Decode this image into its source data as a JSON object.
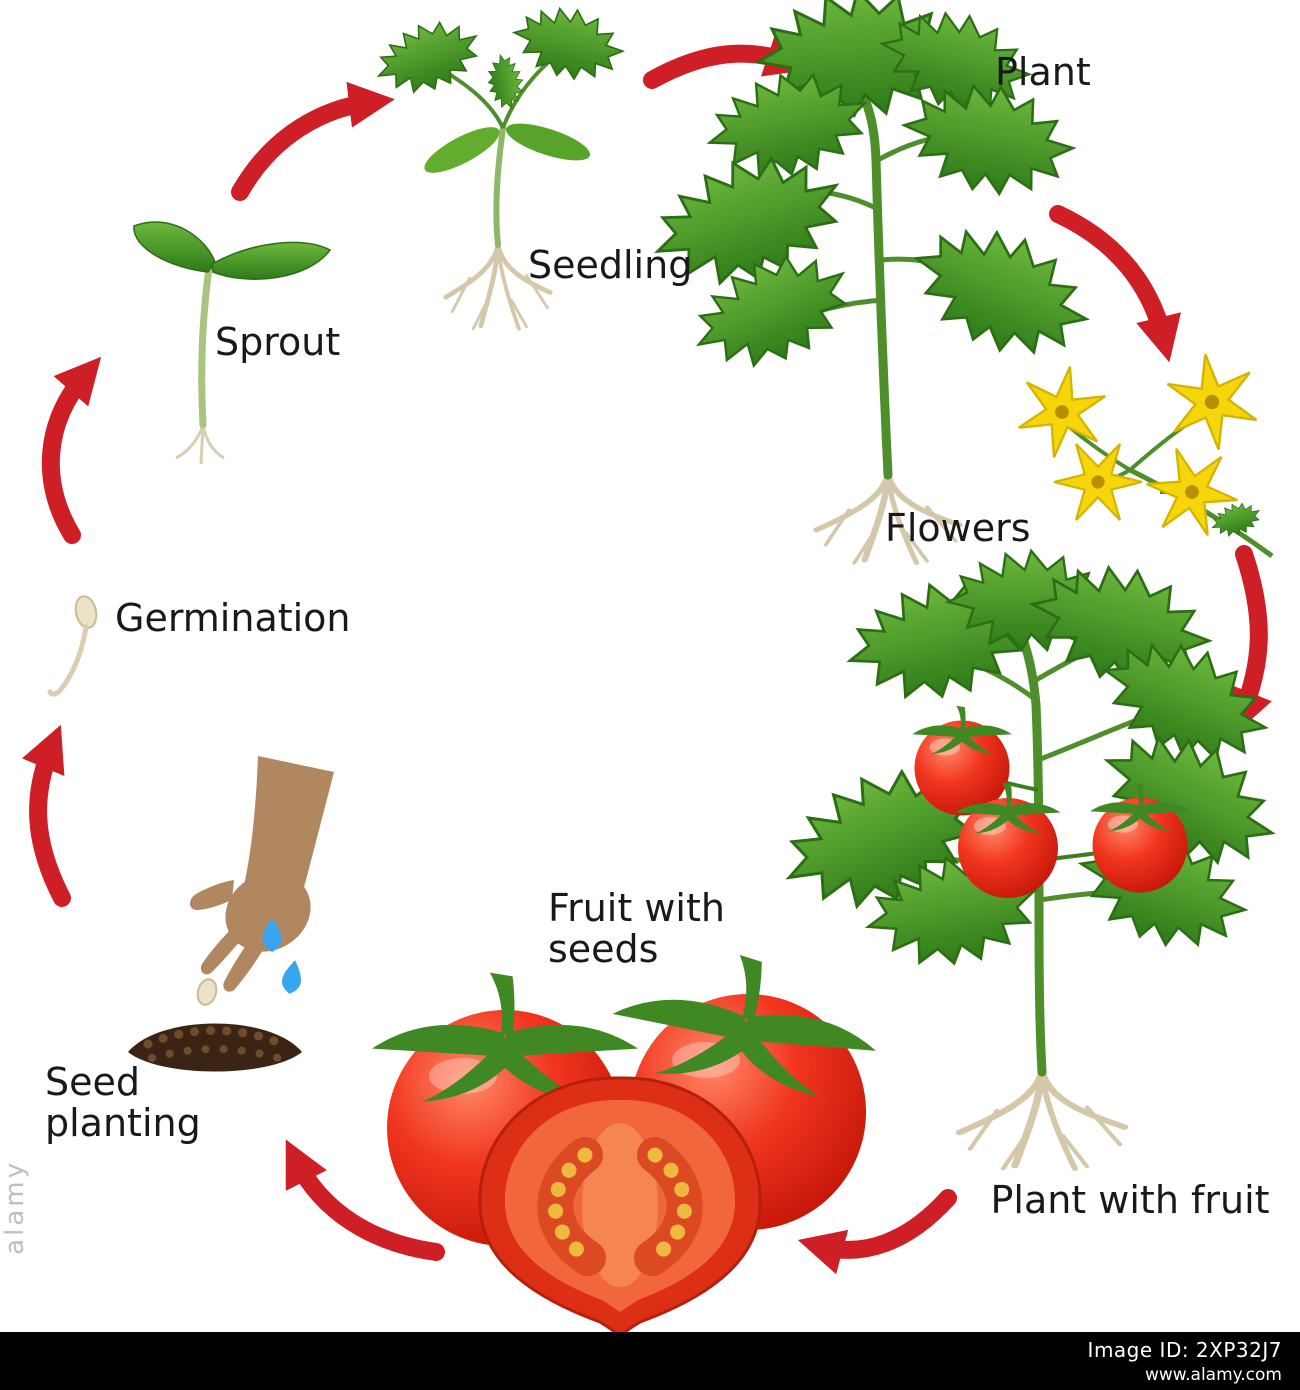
{
  "diagram": {
    "stages": [
      {
        "id": "sprout",
        "label": "Sprout"
      },
      {
        "id": "seedling",
        "label": "Seedling"
      },
      {
        "id": "plant",
        "label": "Plant"
      },
      {
        "id": "flowers",
        "label": "Flowers"
      },
      {
        "id": "plant_with_fruit",
        "label": "Plant with fruit"
      },
      {
        "id": "fruit_with_seeds",
        "label": "Fruit with seeds"
      },
      {
        "id": "seed_planting",
        "label": "Seed planting"
      },
      {
        "id": "germination",
        "label": "Germination"
      }
    ],
    "connections": [
      {
        "from": "seed_planting",
        "to": "germination"
      },
      {
        "from": "germination",
        "to": "sprout"
      },
      {
        "from": "sprout",
        "to": "seedling"
      },
      {
        "from": "seedling",
        "to": "plant"
      },
      {
        "from": "plant",
        "to": "flowers"
      },
      {
        "from": "flowers",
        "to": "plant_with_fruit"
      },
      {
        "from": "plant_with_fruit",
        "to": "fruit_with_seeds"
      },
      {
        "from": "fruit_with_seeds",
        "to": "seed_planting"
      }
    ]
  },
  "footer": {
    "image_id": "Image ID: 2XP32J7",
    "website": "www.alamy.com"
  },
  "watermark": "alamy",
  "colors": {
    "arrow": "#cf1f26",
    "leaf_dark": "#2e7a18",
    "leaf_light": "#6cb83d",
    "stem": "#4e8f2b",
    "root": "#d5c7a9",
    "tomato": "#e8301c",
    "flower": "#f6d60a",
    "hand": "#b1875f",
    "soil": "#3c2415",
    "water": "#38a5f1",
    "seed": "#ece2c8",
    "text": "#191919"
  }
}
